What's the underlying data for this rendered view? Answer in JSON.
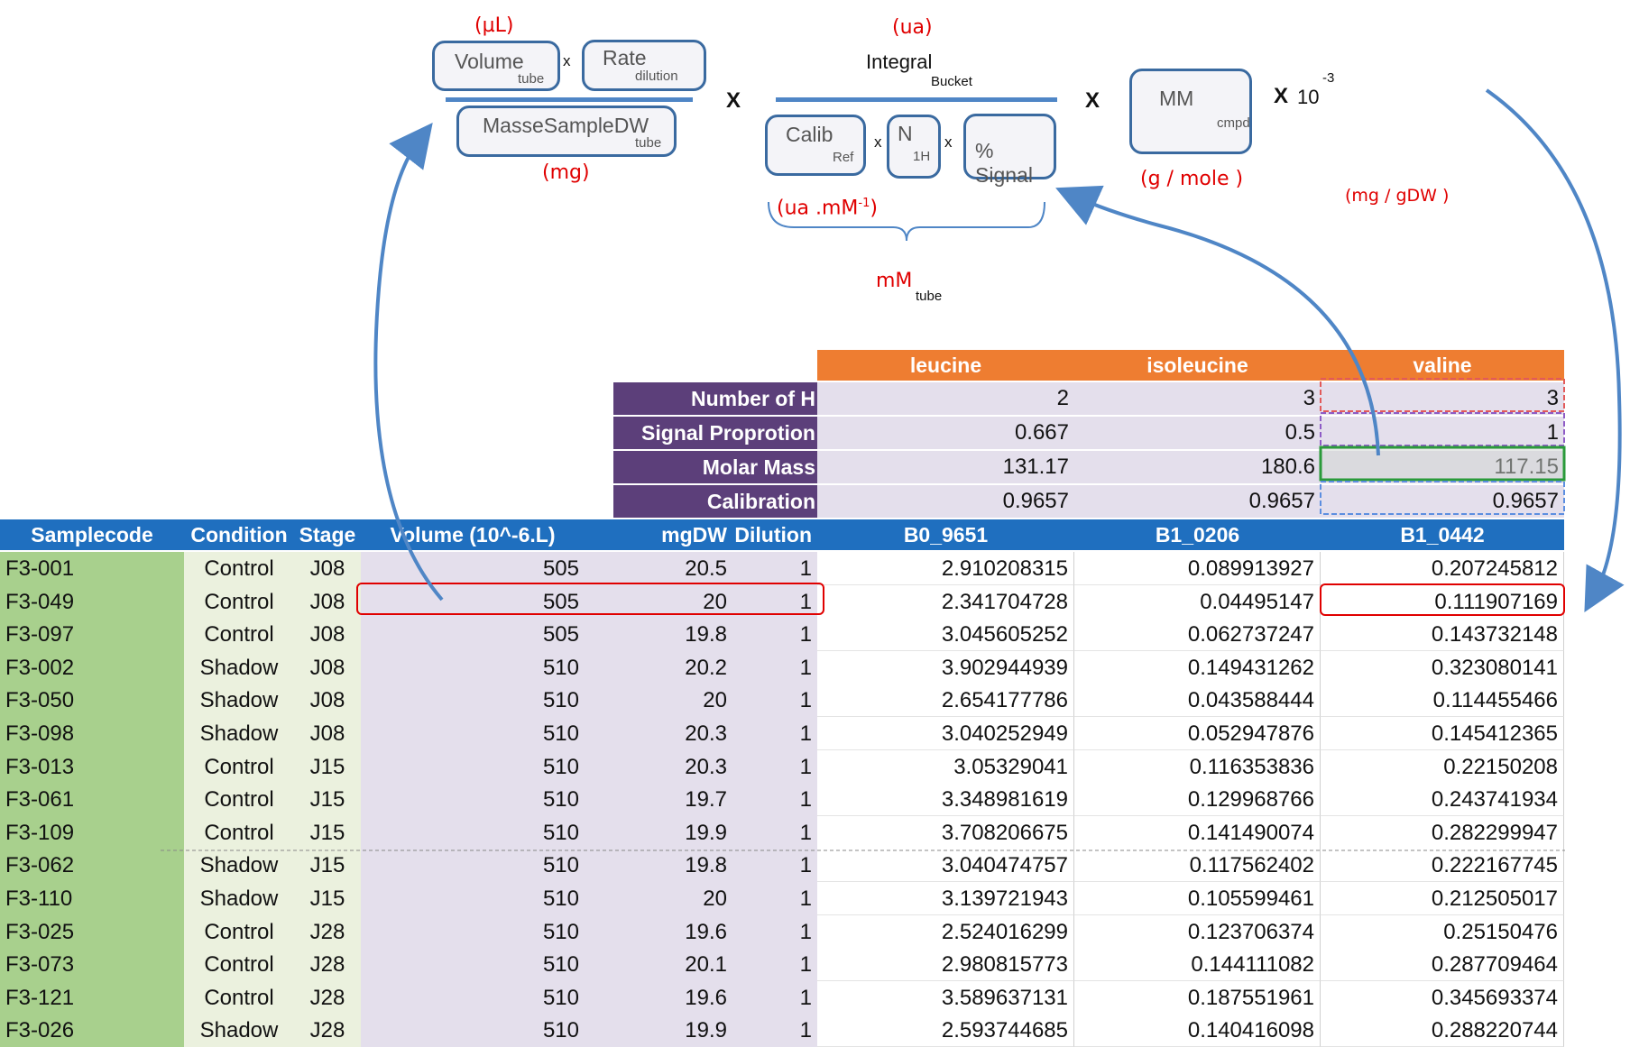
{
  "formula": {
    "unit_ul": "(µL)",
    "unit_mg": "(mg)",
    "unit_ua": "(ua)",
    "unit_uamm": "(ua .mM",
    "unit_uamm_exp": "-1",
    "unit_uamm_close": ")",
    "unit_gmole": "(g / mole )",
    "unit_mggdw": "(mg / gDW )",
    "volume": "Volume",
    "volume_sub": "tube",
    "rate": "Rate",
    "rate_sub": "dilution",
    "masse": "MasseSampleDW",
    "masse_sub": "tube",
    "integral": "Integral",
    "integral_sub": "Bucket",
    "calib": "Calib",
    "calib_sub": "Ref",
    "n": "N",
    "n_sub": "1H",
    "signal": "% Signal",
    "mm": "MM",
    "mm_sub": "cmpd",
    "times": "x",
    "big_times": "X",
    "ten": "10",
    "ten_exp": "-3",
    "mm_tube": "mM",
    "mm_tube_sub": "tube"
  },
  "compounds": [
    "leucine",
    "isoleucine",
    "valine"
  ],
  "params": [
    {
      "label": "Number of H",
      "values": [
        "2",
        "3",
        "3"
      ]
    },
    {
      "label": "Signal Proprotion",
      "values": [
        "0.667",
        "0.5",
        "1"
      ]
    },
    {
      "label": "Molar Mass",
      "values": [
        "131.17",
        "180.6",
        "117.15"
      ]
    },
    {
      "label": "Calibration",
      "values": [
        "0.9657",
        "0.9657",
        "0.9657"
      ]
    }
  ],
  "headers": [
    "Samplecode",
    "Condition",
    "Stage",
    "Volume (10^-6.L)",
    "mgDW",
    "Dilution",
    "B0_9651",
    "B1_0206",
    "B1_0442"
  ],
  "rows": [
    [
      "F3-001",
      "Control",
      "J08",
      "505",
      "20.5",
      "1",
      "2.910208315",
      "0.089913927",
      "0.207245812"
    ],
    [
      "F3-049",
      "Control",
      "J08",
      "505",
      "20",
      "1",
      "2.341704728",
      "0.04495147",
      "0.111907169"
    ],
    [
      "F3-097",
      "Control",
      "J08",
      "505",
      "19.8",
      "1",
      "3.045605252",
      "0.062737247",
      "0.143732148"
    ],
    [
      "F3-002",
      "Shadow",
      "J08",
      "510",
      "20.2",
      "1",
      "3.902944939",
      "0.149431262",
      "0.323080141"
    ],
    [
      "F3-050",
      "Shadow",
      "J08",
      "510",
      "20",
      "1",
      "2.654177786",
      "0.043588444",
      "0.114455466"
    ],
    [
      "F3-098",
      "Shadow",
      "J08",
      "510",
      "20.3",
      "1",
      "3.040252949",
      "0.052947876",
      "0.145412365"
    ],
    [
      "F3-013",
      "Control",
      "J15",
      "510",
      "20.3",
      "1",
      "3.05329041",
      "0.116353836",
      "0.22150208"
    ],
    [
      "F3-061",
      "Control",
      "J15",
      "510",
      "19.7",
      "1",
      "3.348981619",
      "0.129968766",
      "0.243741934"
    ],
    [
      "F3-109",
      "Control",
      "J15",
      "510",
      "19.9",
      "1",
      "3.708206675",
      "0.141490074",
      "0.282299947"
    ],
    [
      "F3-062",
      "Shadow",
      "J15",
      "510",
      "19.8",
      "1",
      "3.040474757",
      "0.117562402",
      "0.222167745"
    ],
    [
      "F3-110",
      "Shadow",
      "J15",
      "510",
      "20",
      "1",
      "3.139721943",
      "0.105599461",
      "0.212505017"
    ],
    [
      "F3-025",
      "Control",
      "J28",
      "510",
      "19.6",
      "1",
      "2.524016299",
      "0.123706374",
      "0.25150476"
    ],
    [
      "F3-073",
      "Control",
      "J28",
      "510",
      "20.1",
      "1",
      "2.980815773",
      "0.144111082",
      "0.287709464"
    ],
    [
      "F3-121",
      "Control",
      "J28",
      "510",
      "19.6",
      "1",
      "3.589637131",
      "0.187551961",
      "0.345693374"
    ],
    [
      "F3-026",
      "Shadow",
      "J28",
      "510",
      "19.9",
      "1",
      "2.593744685",
      "0.140416098",
      "0.288220744"
    ]
  ],
  "colors": {
    "header": "#1f6fbf",
    "orange": "#ee7d31",
    "param": "#5c3f7a",
    "arrow": "#4f86c6",
    "red": "#e00000"
  }
}
